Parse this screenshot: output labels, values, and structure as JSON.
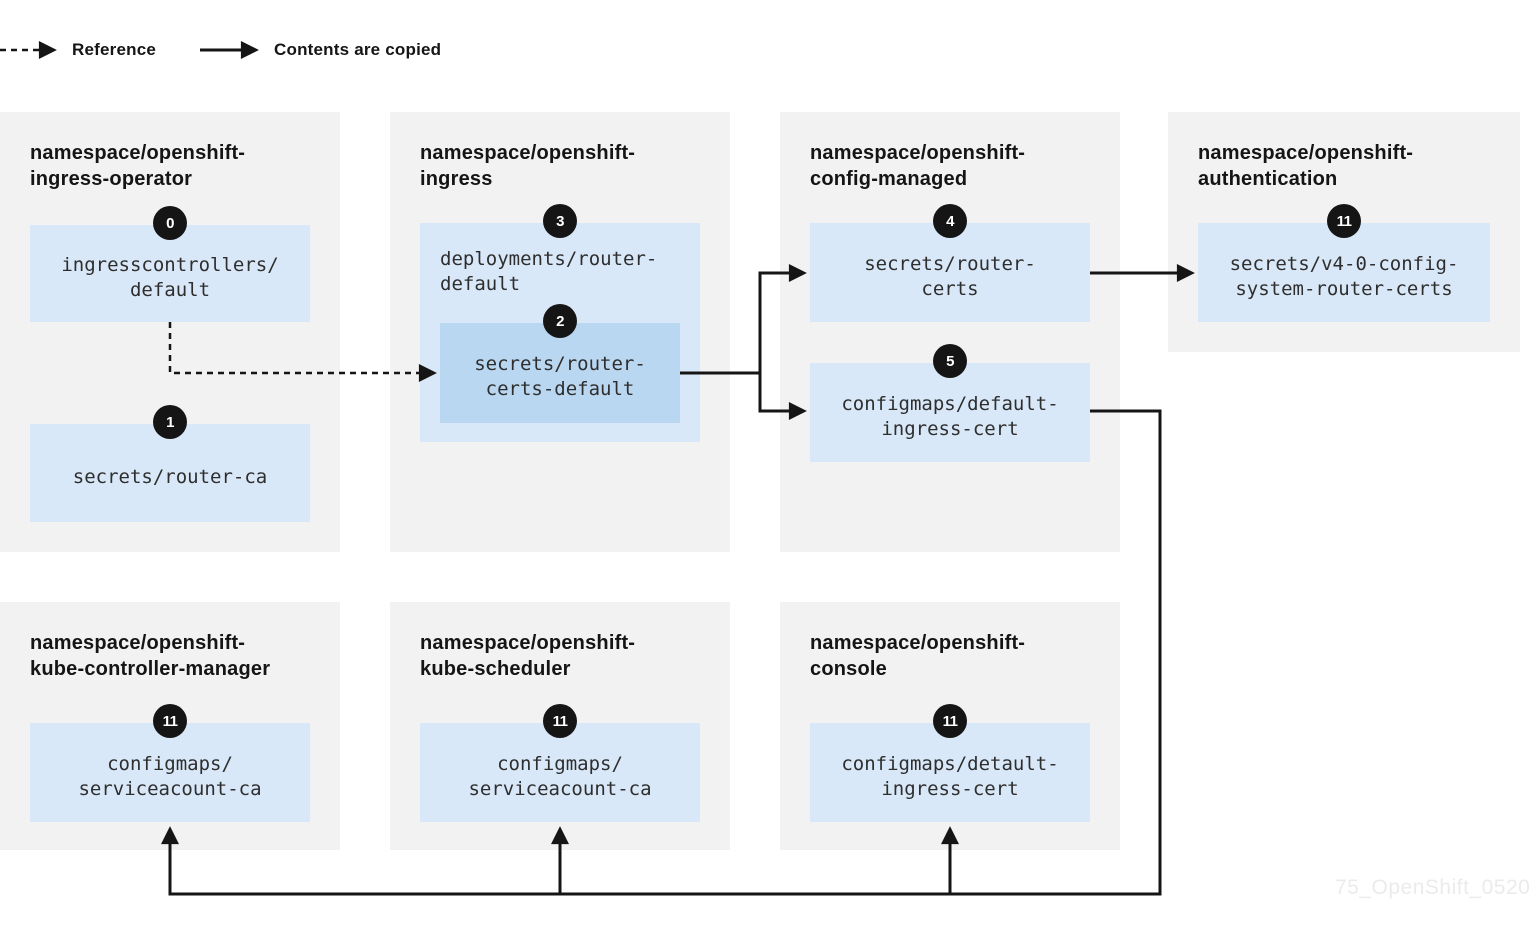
{
  "legend": {
    "reference_label": "Reference",
    "copied_label": "Contents are copied"
  },
  "watermark": "75_OpenShift_0520",
  "colors": {
    "panel_bg": "#f2f2f2",
    "box_bg": "#d9e8f8",
    "box_bg_nested": "#b9d7f1",
    "line": "#151515",
    "mono_text": "#2e2e2e",
    "watermark": "#ebebeb"
  },
  "panels": [
    {
      "title": "namespace/openshift-\ningress-operator",
      "boxes": [
        {
          "badge": "0",
          "label": "ingresscontrollers/\ndefault"
        },
        {
          "badge": "1",
          "label": "secrets/router-ca"
        }
      ]
    },
    {
      "title": "namespace/openshift-\ningress",
      "boxes": [
        {
          "badge": "3",
          "label": "deployments/router-\ndefault",
          "children": [
            {
              "badge": "2",
              "label": "secrets/router-\ncerts-default"
            }
          ]
        }
      ]
    },
    {
      "title": "namespace/openshift-\nconfig-managed",
      "boxes": [
        {
          "badge": "4",
          "label": "secrets/router-\ncerts"
        },
        {
          "badge": "5",
          "label": "configmaps/default-\ningress-cert"
        }
      ]
    },
    {
      "title": "namespace/openshift-\nauthentication",
      "boxes": [
        {
          "badge": "11",
          "label": "secrets/v4-0-config-\nsystem-router-certs"
        }
      ]
    },
    {
      "title": "namespace/openshift-\nkube-controller-manager",
      "boxes": [
        {
          "badge": "11",
          "label": "configmaps/\nserviceacount-ca"
        }
      ]
    },
    {
      "title": "namespace/openshift-\nkube-scheduler",
      "boxes": [
        {
          "badge": "11",
          "label": "configmaps/\nserviceacount-ca"
        }
      ]
    },
    {
      "title": "namespace/openshift-\nconsole",
      "boxes": [
        {
          "badge": "11",
          "label": "configmaps/detault-\ningress-cert"
        }
      ]
    }
  ]
}
